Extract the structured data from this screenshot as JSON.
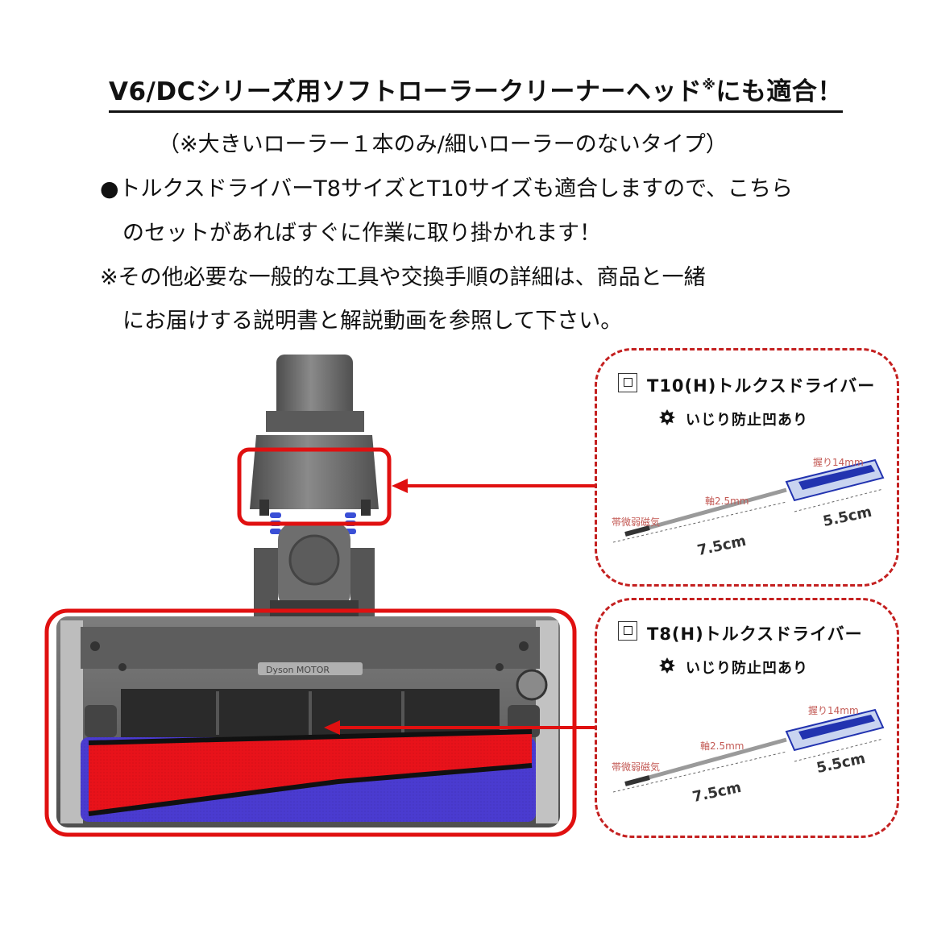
{
  "header": {
    "title": "V6/DCシリーズ用ソフトローラークリーナーヘッド",
    "title_mark": "※",
    "title_suffix": "にも適合！",
    "note": "（※大きいローラー１本のみ/細いローラーのないタイプ）"
  },
  "body_text": {
    "bullet": "●トルクスドライバーT8サイズとT10サイズも適合しますので、こちら",
    "bullet_cont": "のセットがあればすぐに作業に取り掛かれます！",
    "note": "※その他必要な一般的な工具や交換手順の詳細は、商品と一緒",
    "note_cont": "にお届けする説明書と解説動画を参照して下さい。"
  },
  "cards": [
    {
      "title": "T10(H)トルクスドライバー",
      "feature": "いじり防止凹あり",
      "grip_label": "握り14mm",
      "shaft_label": "軸2.5mm",
      "magnet_label": "帯微弱磁気",
      "shaft_length": "7.5cm",
      "handle_length": "5.5cm"
    },
    {
      "title": "T8(H)トルクスドライバー",
      "feature": "いじり防止凹あり",
      "grip_label": "握り14mm",
      "shaft_label": "軸2.5mm",
      "magnet_label": "帯微弱磁気",
      "shaft_length": "7.5cm",
      "handle_length": "5.5cm"
    }
  ],
  "product_label": "Dyson MOTOR",
  "colors": {
    "highlight": "#e01010",
    "dashed_border": "#c42020",
    "roller_red": "#e8121a",
    "roller_blue": "#4a3bd0",
    "body_gray": "#6b6b6b",
    "screwdriver_handle": "#2233b0"
  }
}
